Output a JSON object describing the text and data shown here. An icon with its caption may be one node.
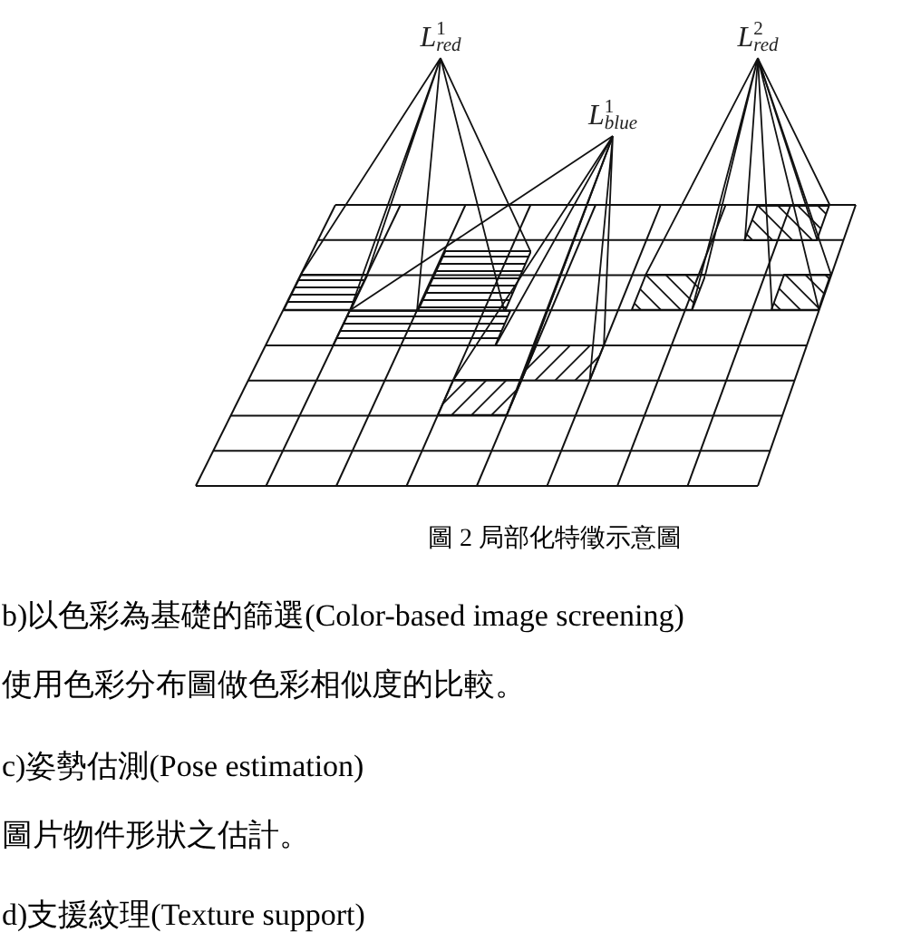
{
  "diagram": {
    "caption": "圖 2 局部化特徵示意圖",
    "nodes": [
      {
        "text": [
          "L$^{1}$$_{red}$"
        ]
      },
      {
        "text": [
          "L$^{2}$$_{red}$"
        ]
      },
      {
        "text": [
          "L$^{1}$$_{blue}$"
        ]
      },
      {
        "text": [],
        "shape": "box"
      },
      {
        "text": [],
        "shape": "box"
      },
      {
        "text": [],
        "shape": "box"
      },
      {
        "text": [],
        "shape": "box"
      },
      {
        "text": [],
        "shape": "box"
      },
      {
        "text": [],
        "shape": "box"
      },
      {
        "text": [],
        "shape": "box"
      },
      {
        "text": [],
        "shape": "box"
      }
    ],
    "edges": [
      {
        "from": 0,
        "to": 3,
        "arrow": "none"
      },
      {
        "from": 0,
        "to": 5,
        "arrow": "none"
      },
      {
        "from": 1,
        "to": 8,
        "arrow": "none"
      },
      {
        "from": 1,
        "to": 9,
        "arrow": "none"
      },
      {
        "from": 1,
        "to": 10,
        "arrow": "none"
      },
      {
        "from": 2,
        "to": 4,
        "arrow": "none"
      },
      {
        "from": 2,
        "to": 6,
        "arrow": "none"
      },
      {
        "from": 2,
        "to": 7,
        "arrow": "none"
      }
    ],
    "labels": [
      "b)以色彩為基礎的篩選(Color-based image screening)",
      "使用色彩分布圖做色彩相似度的比較。",
      "c)姿勢估測(Pose estimation)",
      "圖片物件形狀之估計。",
      "d)支援紋理(Texture support)"
    ]
  }
}
